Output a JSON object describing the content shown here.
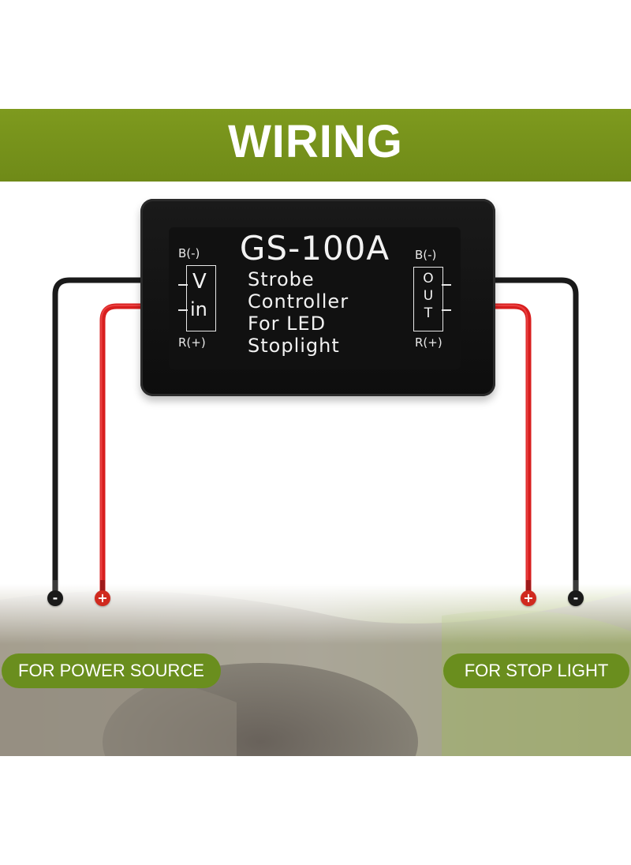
{
  "banner": {
    "title": "WIRING",
    "color": "#7a961d"
  },
  "device": {
    "model": "GS-100A",
    "description_lines": [
      "Strobe",
      "Controller",
      "For LED",
      "Stoplight"
    ],
    "input_port": {
      "negative_label": "B(-)",
      "positive_label": "R(+)",
      "line1": "V",
      "line2": "in"
    },
    "output_port": {
      "negative_label": "B(-)",
      "positive_label": "R(+)",
      "letters": [
        "O",
        "U",
        "T"
      ]
    }
  },
  "terminals": {
    "left_negative": "-",
    "left_positive": "+",
    "right_positive": "+",
    "right_negative": "-"
  },
  "labels": {
    "power_source": "FOR POWER SOURCE",
    "stop_light": "FOR STOP LIGHT"
  },
  "colors": {
    "wire_black": "#1a1a1a",
    "wire_red": "#d81e1e",
    "pill_green": "#6a8e1e"
  }
}
